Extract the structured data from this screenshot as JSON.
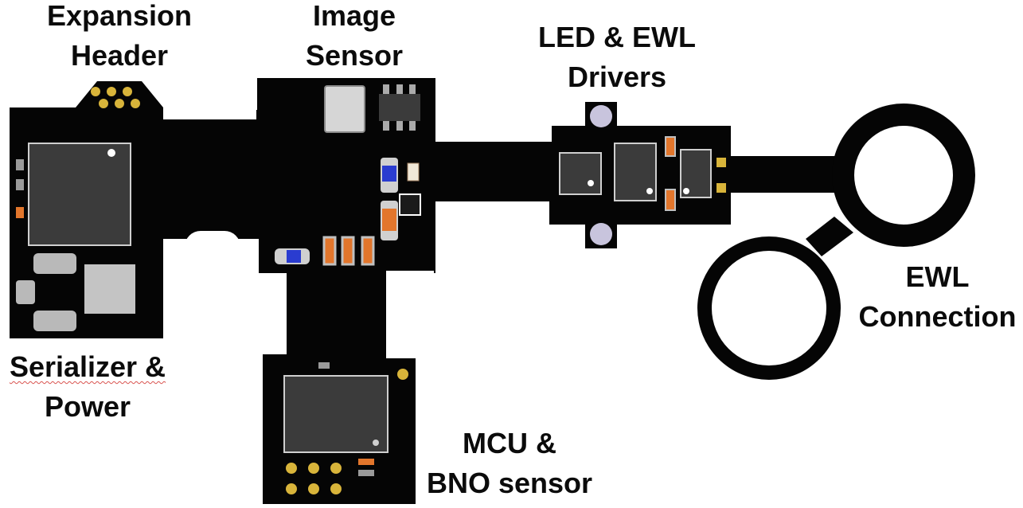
{
  "labels": {
    "expansion_header": [
      "Expansion",
      "Header"
    ],
    "image_sensor": [
      "Image",
      "Sensor"
    ],
    "led_ewl_drivers": [
      "LED & EWL",
      "Drivers"
    ],
    "ewl_connection": [
      "EWL",
      "Connection"
    ],
    "serializer_power": [
      "Serializer &",
      "Power"
    ],
    "mcu_bno": [
      "MCU &",
      "BNO sensor"
    ]
  },
  "colors": {
    "board": "#050505",
    "chip": "#3b3b3b",
    "pad_gold": "#d8b43a",
    "resistor_orange": "#e2762c",
    "capacitor_blue": "#2a3cd0",
    "light_gray": "#b9b9b9"
  }
}
